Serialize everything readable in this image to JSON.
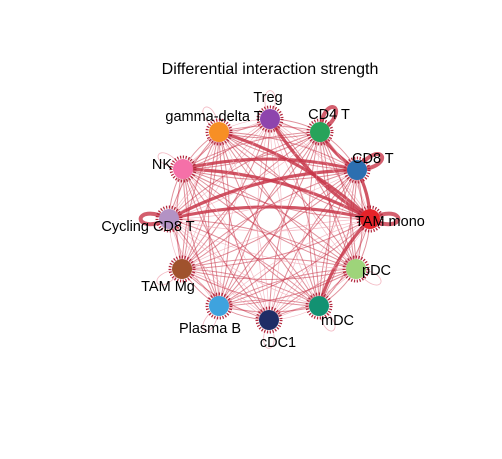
{
  "title": "Differential interaction strength",
  "edge_colors": {
    "increased": "#c8374a",
    "decreased": "#f0a8b4"
  },
  "nodes": [
    {
      "id": "Treg",
      "label": "Treg",
      "color": "#8e44ad"
    },
    {
      "id": "CD4 T",
      "label": "CD4 T",
      "color": "#27a35a"
    },
    {
      "id": "CD8 T",
      "label": "CD8 T",
      "color": "#2c6fb0"
    },
    {
      "id": "TAM mono",
      "label": "TAM mono",
      "color": "#e62229"
    },
    {
      "id": "pDC",
      "label": "pDC",
      "color": "#9ed47a"
    },
    {
      "id": "mDC",
      "label": "mDC",
      "color": "#129272"
    },
    {
      "id": "cDC1",
      "label": "cDC1",
      "color": "#1f2d66"
    },
    {
      "id": "Plasma B",
      "label": "Plasma B",
      "color": "#3ea3de"
    },
    {
      "id": "TAM Mg",
      "label": "TAM Mg",
      "color": "#a0522d"
    },
    {
      "id": "Cycling CD8 T",
      "label": "Cycling CD8 T",
      "color": "#b392c4"
    },
    {
      "id": "NK",
      "label": "NK",
      "color": "#f570a8"
    },
    {
      "id": "gamma-delta T",
      "label": "gamma-delta T",
      "color": "#f78f25"
    }
  ],
  "strong_edges": [
    [
      "CD8 T",
      "Cycling CD8 T"
    ],
    [
      "TAM mono",
      "Cycling CD8 T"
    ],
    [
      "TAM mono",
      "NK"
    ],
    [
      "Treg",
      "TAM mono"
    ],
    [
      "CD4 T",
      "CD8 T"
    ],
    [
      "TAM mono",
      "CD8 T"
    ],
    [
      "TAM mono",
      "gamma-delta T"
    ],
    [
      "CD8 T",
      "NK"
    ],
    [
      "TAM mono",
      "mDC"
    ]
  ],
  "self_loops": [
    "CD4 T",
    "CD8 T",
    "TAM mono",
    "Cycling CD8 T"
  ]
}
